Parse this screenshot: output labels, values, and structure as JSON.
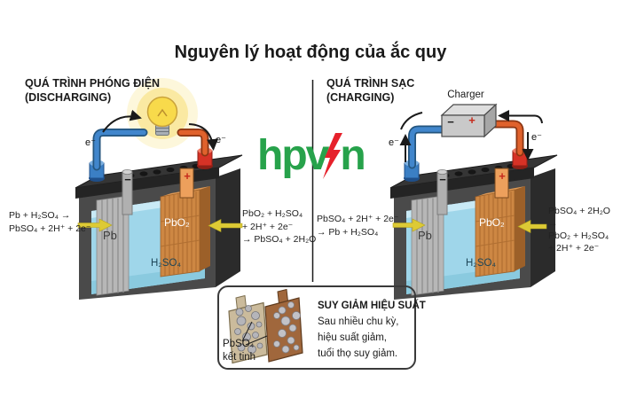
{
  "title": "Nguyên lý hoạt động của ắc quy",
  "logo": {
    "text_left": "hpv",
    "text_right": "n"
  },
  "discharging": {
    "heading_line1": "QUÁ TRÌNH PHÓNG ĐIỆN",
    "heading_line2": "(DISCHARGING)",
    "electron_left": "e⁻",
    "electron_right": "e⁻",
    "eq_negative_line1": "Pb + H₂SO₄ →",
    "eq_negative_line2": "PbSO₄ + 2H⁺ + 2e⁻",
    "eq_positive_line1": "PbO₂ + H₂SO₄",
    "eq_positive_line2": "+ 2H⁺ + 2e⁻",
    "eq_positive_line3": "→ PbSO₄ + 2H₂O",
    "battery": {
      "neg_plate_label": "Pb",
      "pos_plate_label": "PbO₂",
      "electrolyte_label": "H₂SO₄",
      "neg_sign": "−",
      "pos_sign": "+"
    }
  },
  "charging": {
    "heading_line1": "QUÁ TRÌNH SẠC",
    "heading_line2": "(CHARGING)",
    "charger_label": "Charger",
    "charger_neg_sign": "−",
    "charger_pos_sign": "+",
    "electron_left": "e⁻",
    "electron_right": "e⁻",
    "eq_negative_line1": "PbSO₄ + 2H⁺ + 2e⁻",
    "eq_negative_line2": "→ Pb + H₂SO₄",
    "eq_positive_line1": "PbSO₄ + 2H₂O",
    "eq_positive_line2": "→",
    "eq_positive_line3": "PbO₂ + H₂SO₄",
    "eq_positive_line4": "+ 2H⁺ + 2e⁻",
    "battery": {
      "neg_plate_label": "Pb",
      "pos_plate_label": "PbO₂",
      "electrolyte_label": "H₂SO₄",
      "neg_sign": "−",
      "pos_sign": "+"
    }
  },
  "degradation": {
    "heading": "SUY GIẢM HIỆU SUẤT",
    "line1": "Sau nhiều chu kỳ,",
    "line2": "hiệu suất giảm,",
    "line3": "tuổi thọ suy giảm.",
    "crystal_label_line1": "PbSO₄",
    "crystal_label_line2": "kết tinh"
  },
  "colors": {
    "logo_green": "#27a24b",
    "logo_red": "#e6212b",
    "wire_blue": "#4186cc",
    "wire_orange": "#e0622c",
    "electrolyte_blue": "#9fd6ea",
    "plate_orange": "#cd8743",
    "arrow_yellow": "#ddca35",
    "case_gray": "#4a4a4a"
  }
}
